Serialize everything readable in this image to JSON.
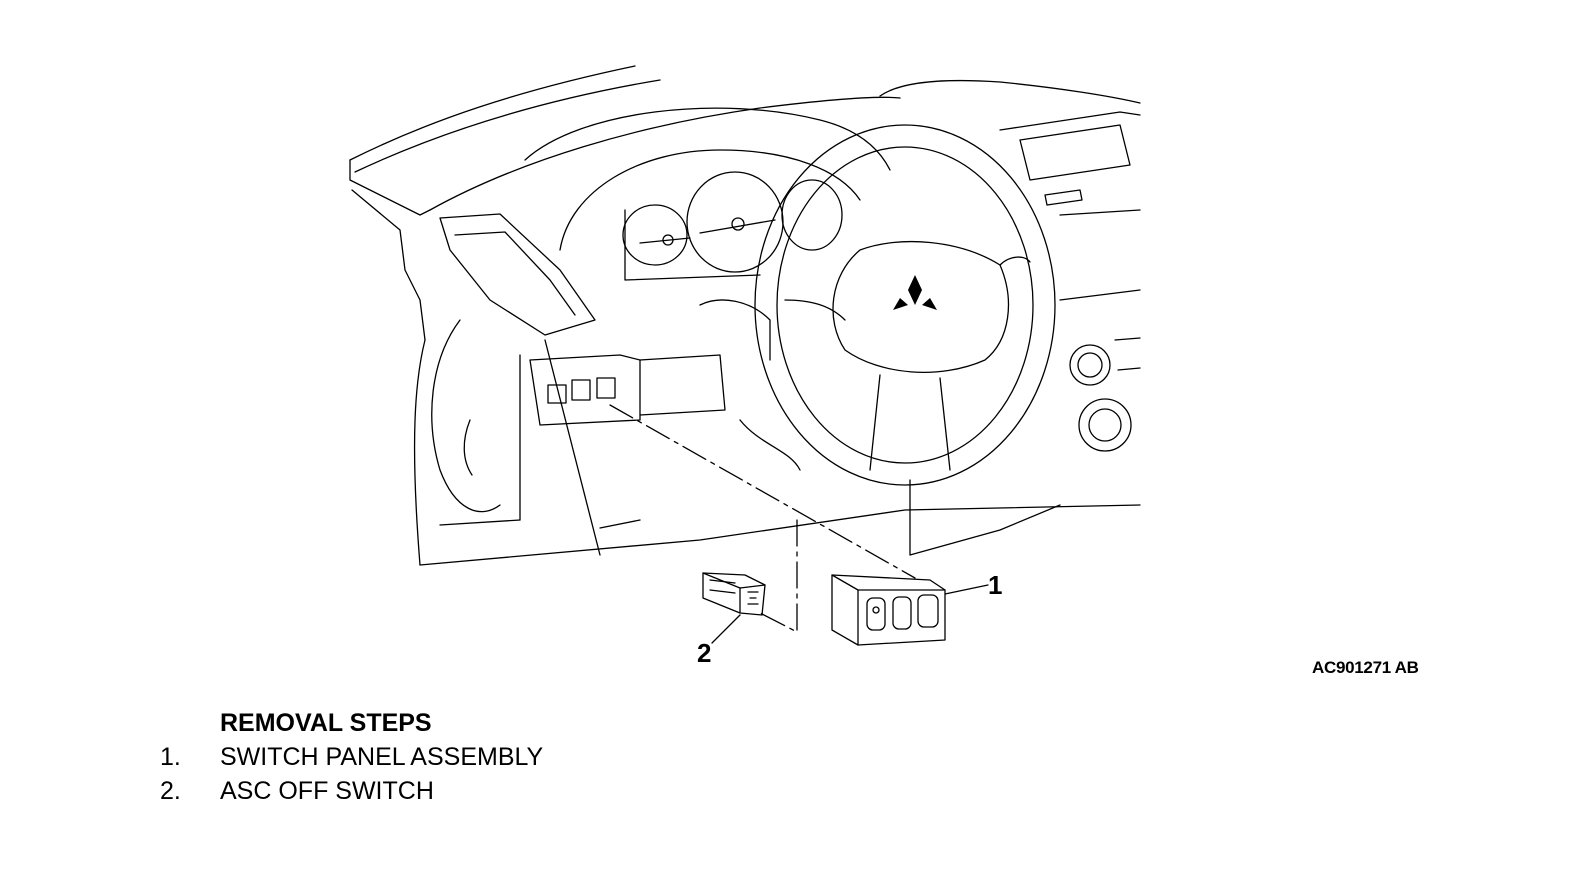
{
  "figure_id": "AC901271 AB",
  "callouts": [
    {
      "number": "1"
    },
    {
      "number": "2"
    }
  ],
  "removal_steps": {
    "heading": "REMOVAL STEPS",
    "steps": [
      {
        "number": "1.",
        "label": "SWITCH PANEL ASSEMBLY"
      },
      {
        "number": "2.",
        "label": "ASC OFF SWITCH"
      }
    ]
  },
  "colors": {
    "line": "#000000",
    "background": "#ffffff"
  }
}
